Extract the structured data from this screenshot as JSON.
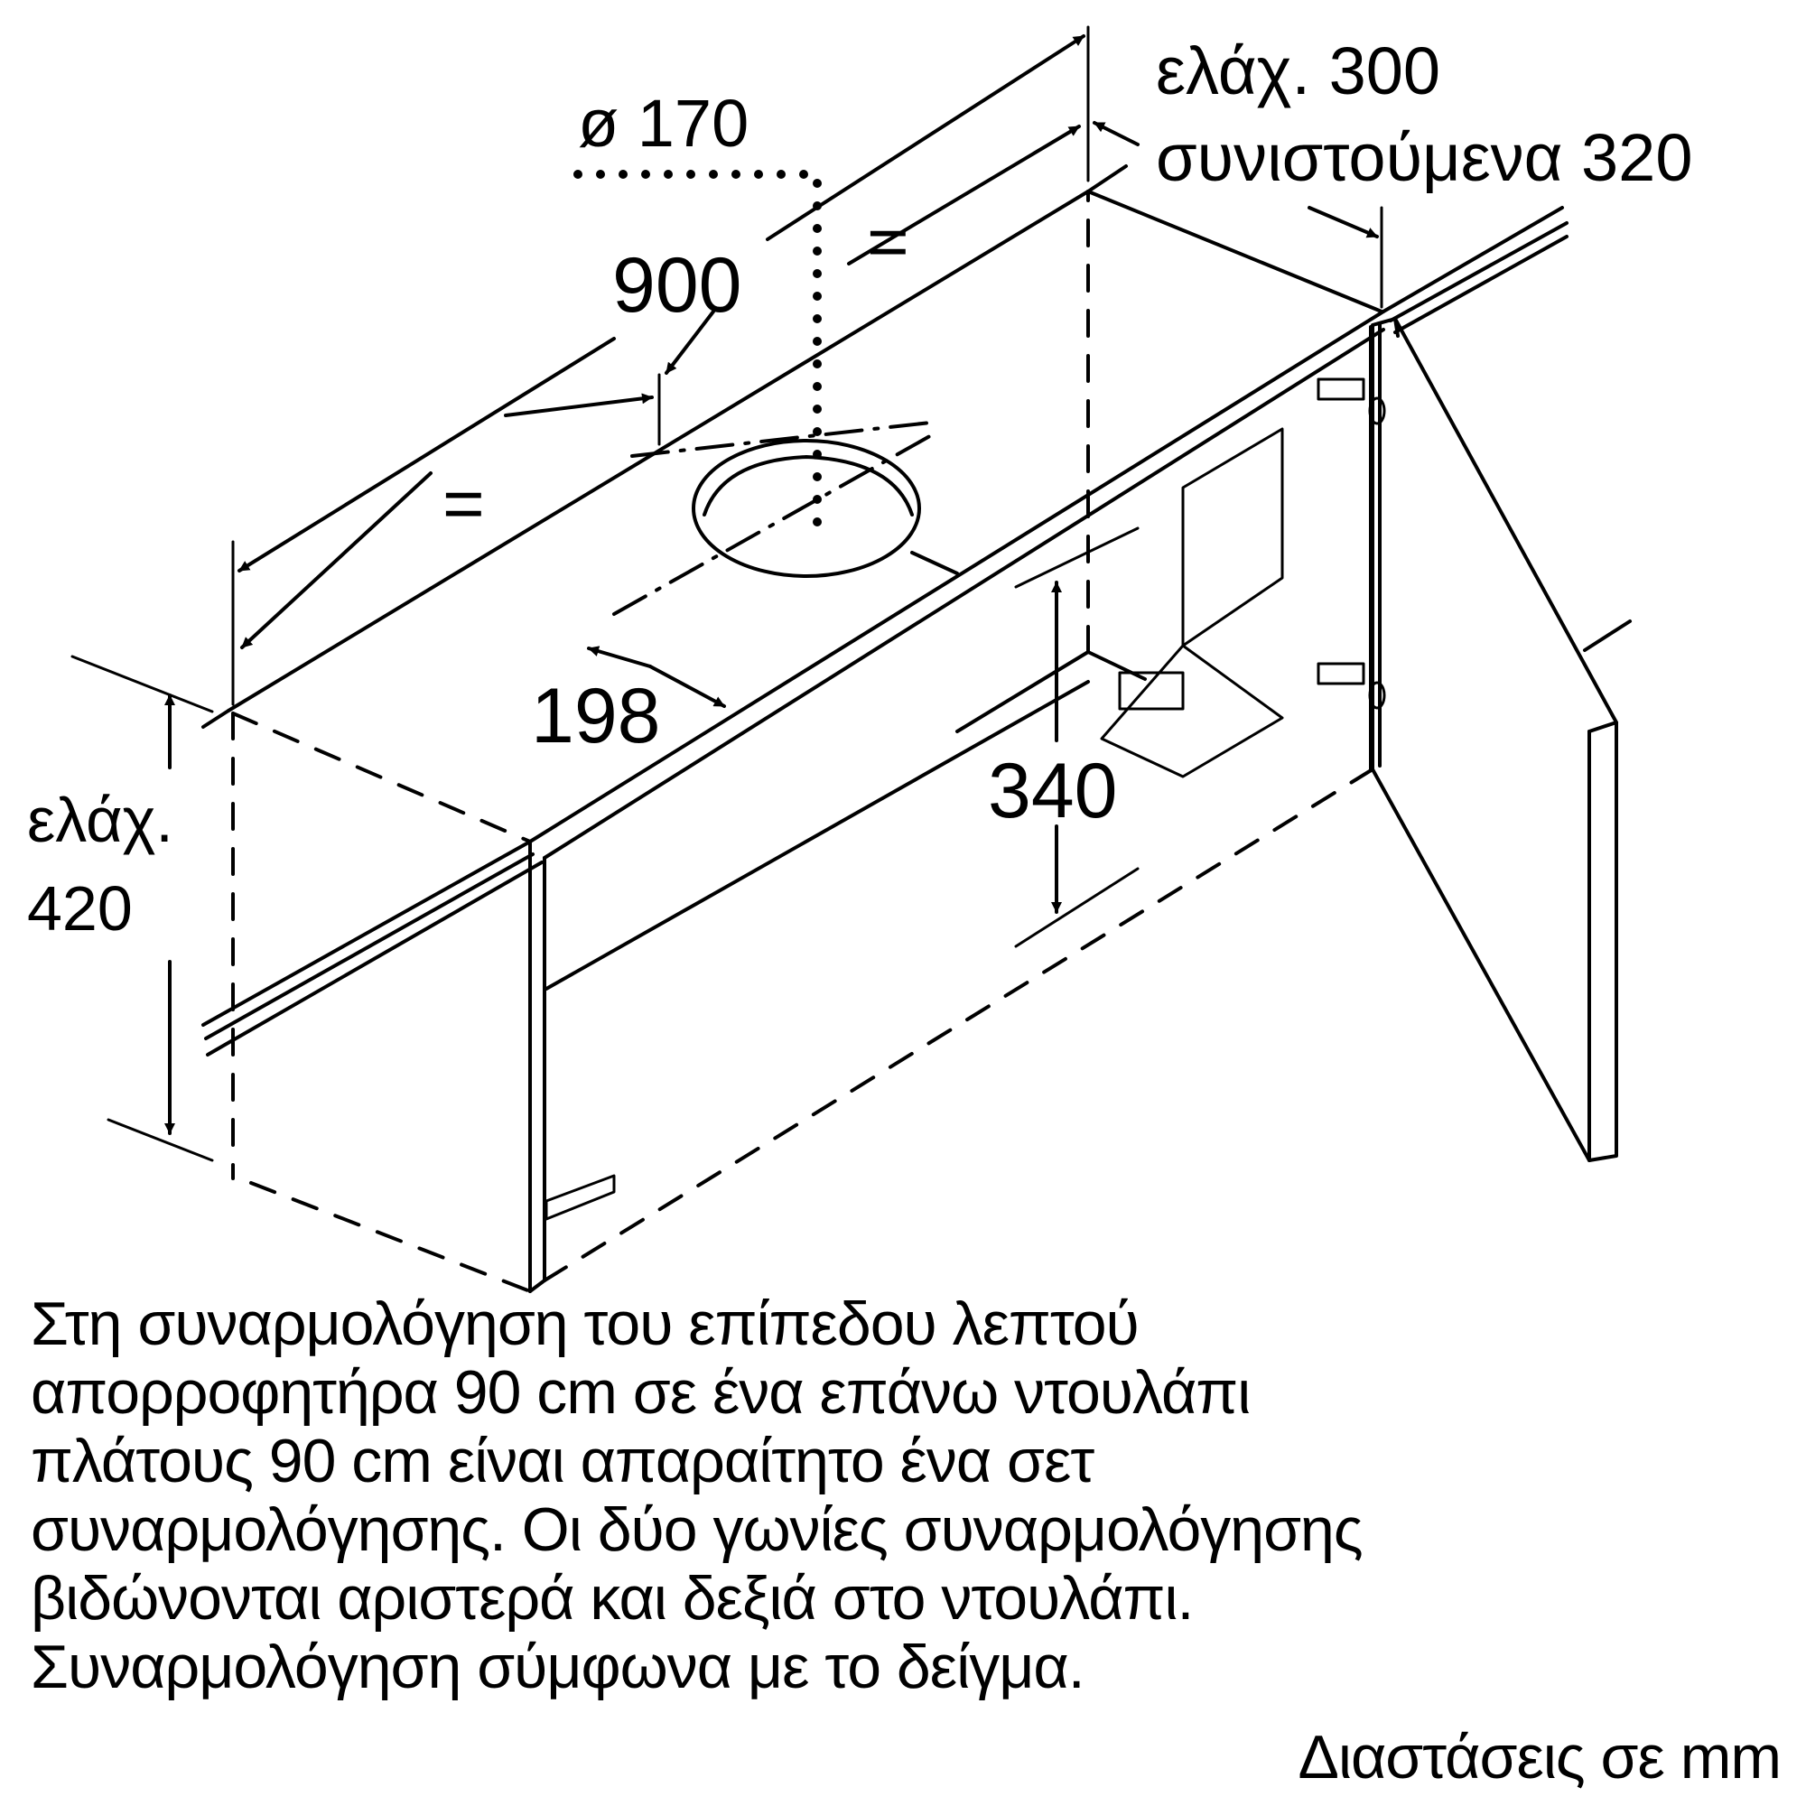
{
  "diagram": {
    "title": "Installation of flat hood 90 cm in a 90 cm wall cabinet",
    "dimensions": {
      "duct_diameter": "ø 170",
      "width": "900",
      "equal_upper": "=",
      "equal_lower": "=",
      "depth_offset": "198",
      "clearance_height": "340",
      "cabinet_depth_min": "ελάχ. 300",
      "cabinet_depth_recommended": "συνιστούμενα 320",
      "height_min_label": "ελάχ.",
      "height_min_value": "420"
    },
    "description_lines": [
      "Στη συναρμολόγηση του επίπεδου λεπτού",
      "απορροφητήρα 90 cm σε ένα επάνω ντουλάπι",
      "πλάτους 90 cm είναι απαραίτητο ένα σετ",
      "συναρμολόγησης. Οι δύο γωνίες συναρμολόγησης",
      "βιδώνονται αριστερά και δεξιά στο ντουλάπι.",
      "Συναρμολόγηση σύμφωνα με το δείγμα."
    ],
    "units_note": "Διαστάσεις σε mm",
    "colors": {
      "line": "#000000",
      "background": "#ffffff"
    }
  }
}
